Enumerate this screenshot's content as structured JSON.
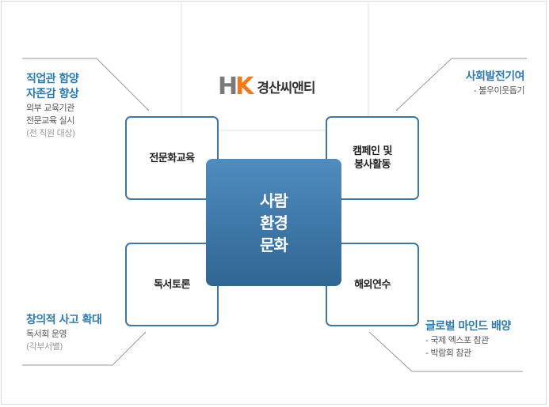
{
  "logo": {
    "mark_h": "H",
    "mark_k": "K",
    "text": "경산씨앤티"
  },
  "center": {
    "lines": [
      "사람",
      "환경",
      "문화"
    ]
  },
  "boxes": {
    "top_left": {
      "lines": [
        "전문화교육"
      ]
    },
    "top_right": {
      "lines": [
        "캠페인 및",
        "봉사활동"
      ]
    },
    "bottom_left": {
      "lines": [
        "독서토론"
      ]
    },
    "bottom_right": {
      "lines": [
        "해외연수"
      ]
    }
  },
  "notes": {
    "top_left": {
      "title": [
        "직업관 함양",
        "자존감 향상"
      ],
      "body": [
        "외부 교육기관",
        "전문교육 실시"
      ],
      "sub": "(전 직원 대상)"
    },
    "top_right": {
      "title": [
        "사회발전기여"
      ],
      "body": [
        "- 불우이웃돕기"
      ]
    },
    "bottom_left": {
      "title": [
        "창의적 사고 확대"
      ],
      "body": [
        "독서회 운영"
      ],
      "sub": "(각부서별)"
    },
    "bottom_right": {
      "title": [
        "글로벌 마인드 배양"
      ],
      "body": [
        "- 국제 엑스포 참관",
        "- 박람회 참관"
      ]
    }
  },
  "colors": {
    "accent": "#3b78a8",
    "logo_orange": "#f07a1c",
    "title_blue": "#2b7ab0"
  }
}
